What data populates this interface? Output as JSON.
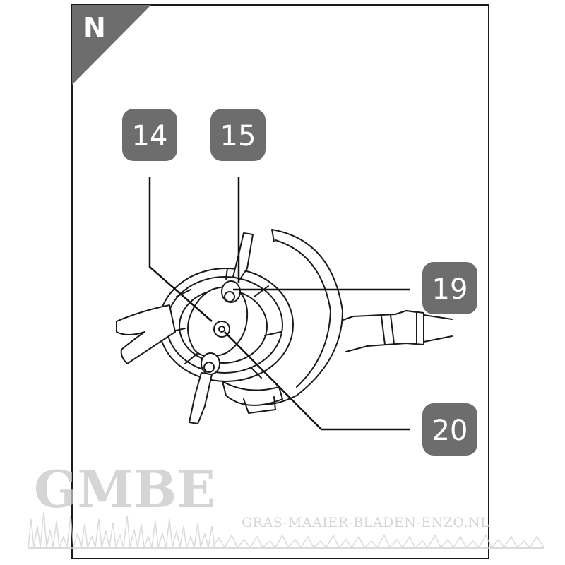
{
  "panel": {
    "letter": "N"
  },
  "callouts": [
    {
      "id": "14",
      "label": "14"
    },
    {
      "id": "15",
      "label": "15"
    },
    {
      "id": "19",
      "label": "19"
    },
    {
      "id": "20",
      "label": "20"
    }
  ],
  "watermark": {
    "logo": "GMBE",
    "site": "GRAS-MAAIER-BLADEN-ENZO.NL"
  },
  "colors": {
    "badge": "#6d6d6d",
    "badge_text": "#ffffff",
    "line": "#111111",
    "watermark": "#c8c8c8"
  }
}
